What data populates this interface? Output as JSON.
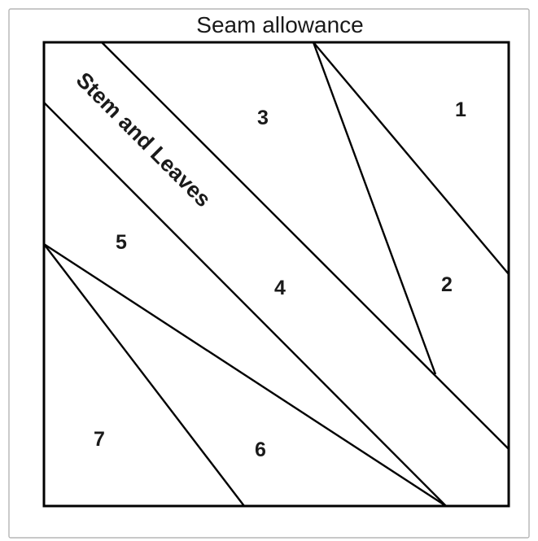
{
  "header": {
    "seam_allowance_label": "Seam allowance"
  },
  "block": {
    "stem_label": "Stem and Leaves",
    "pieces": [
      {
        "number": "1"
      },
      {
        "number": "2"
      },
      {
        "number": "3"
      },
      {
        "number": "4"
      },
      {
        "number": "5"
      },
      {
        "number": "6"
      },
      {
        "number": "7"
      }
    ]
  }
}
